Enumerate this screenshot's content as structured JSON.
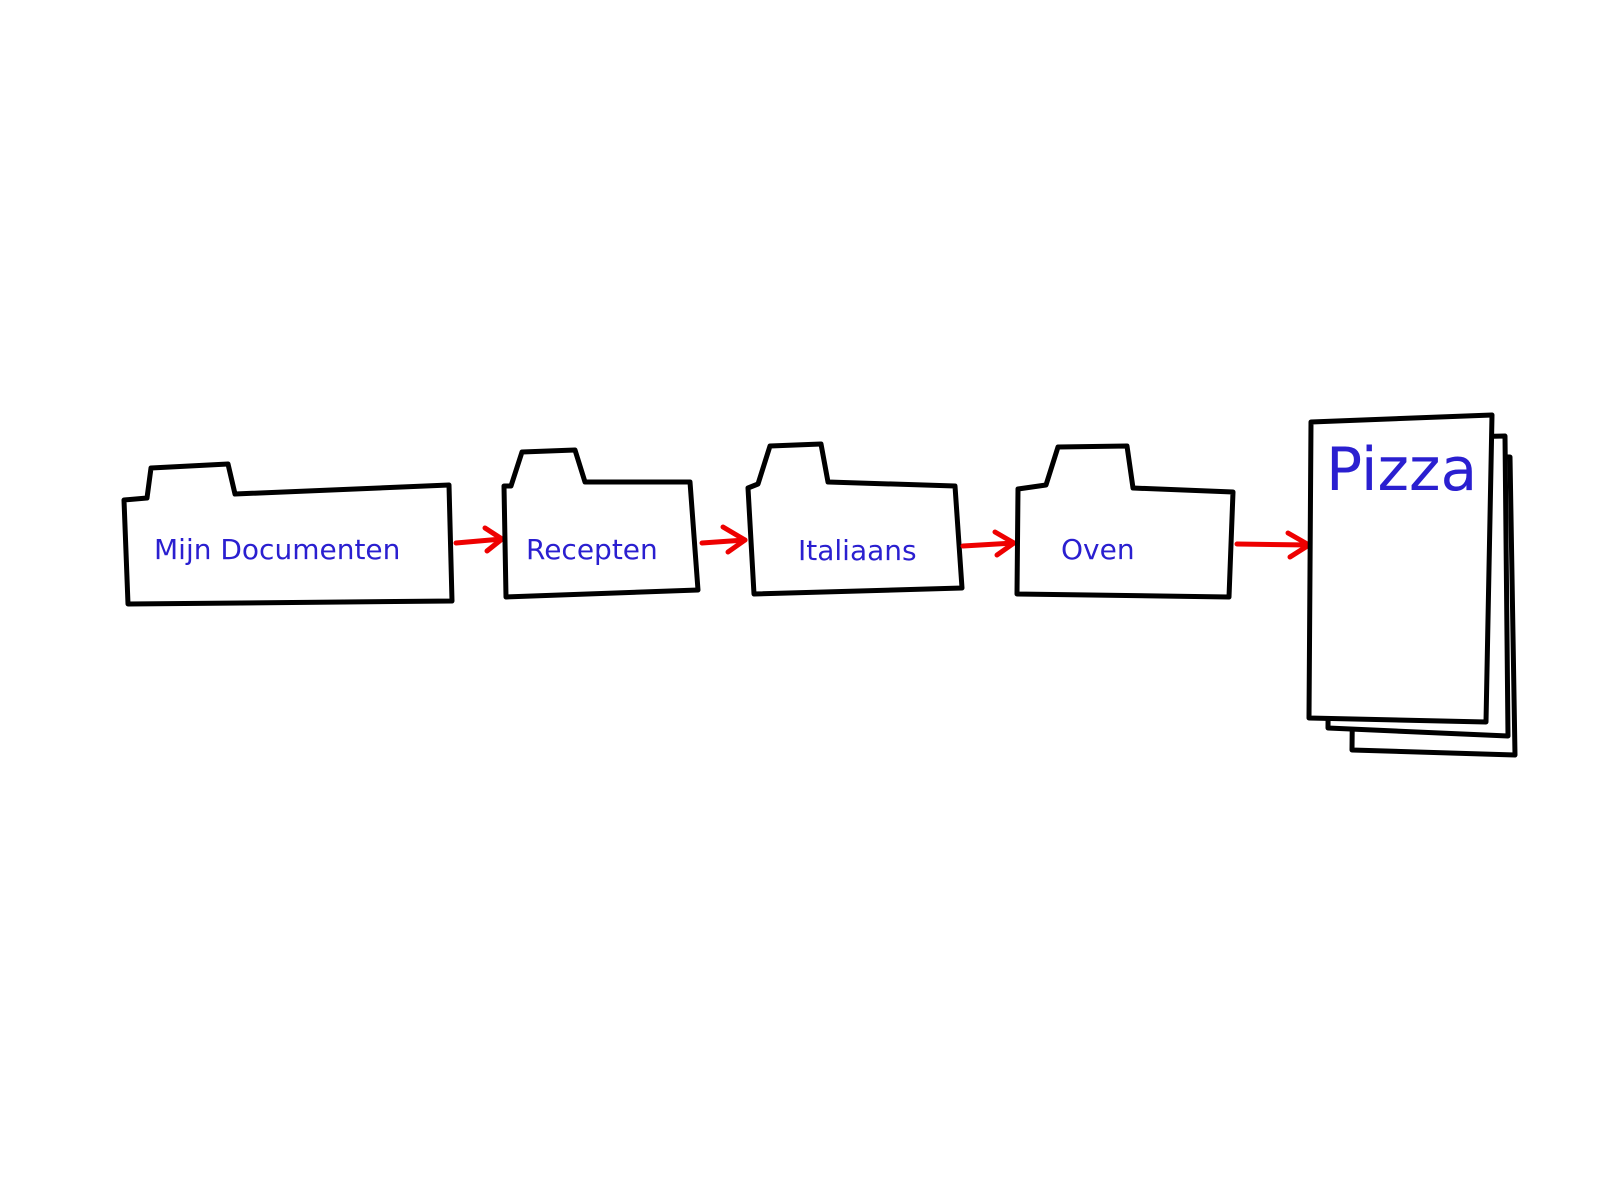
{
  "colors": {
    "label": "#2a1fd0",
    "arrow": "#ee0000",
    "outline": "#000000"
  },
  "folders": [
    {
      "label": "Mijn Documenten",
      "icon": "folder-icon"
    },
    {
      "label": "Recepten",
      "icon": "folder-icon"
    },
    {
      "label": "Italiaans",
      "icon": "folder-icon"
    },
    {
      "label": "Oven",
      "icon": "folder-icon"
    }
  ],
  "document": {
    "label": "Pizza",
    "icon": "document-stack-icon"
  }
}
